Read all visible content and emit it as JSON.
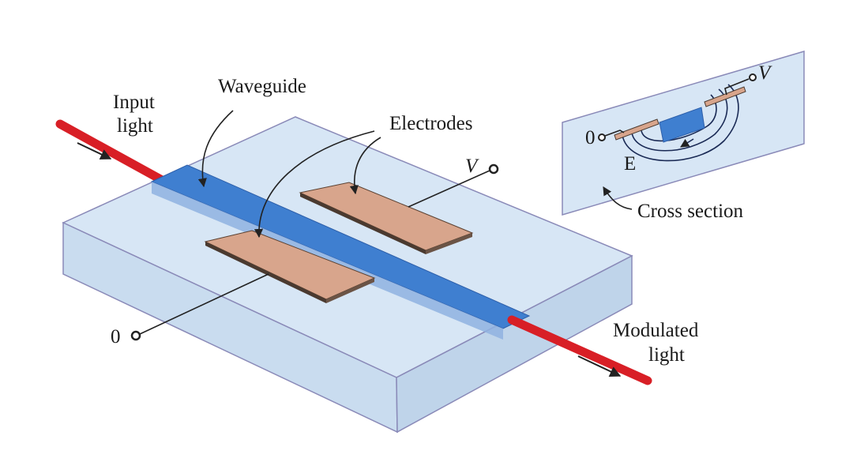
{
  "diagram": {
    "labels": {
      "input_light": [
        "Input",
        "light"
      ],
      "waveguide": "Waveguide",
      "electrodes": "Electrodes",
      "voltage": "V",
      "ground": "0",
      "modulated_light": [
        "Modulated",
        "light"
      ]
    },
    "cross_section": {
      "ground": "0",
      "voltage": "V",
      "field": "E",
      "label": "Cross section"
    },
    "colors": {
      "substrate": "#d7e6f5",
      "substrate_edge": "#8a8ab8",
      "waveguide": "#3f7fd0",
      "electrode": "#d8a58c",
      "fiber": "#d81f26",
      "wire": "#222222"
    }
  }
}
